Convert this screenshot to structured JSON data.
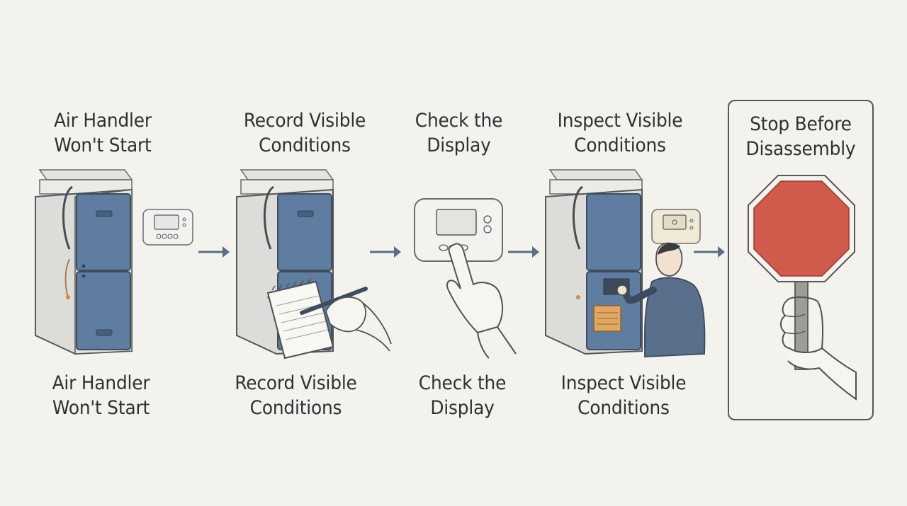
{
  "steps": [
    {
      "top_title": "Air Handler\nWon't Start",
      "bottom_title": "Air Handler\nWon't Start"
    },
    {
      "top_title": "Record Visible\nConditions",
      "bottom_title": "Record Visible\nConditions"
    },
    {
      "top_title": "Check the\nDisplay",
      "bottom_title": "Check the\nDisplay"
    },
    {
      "top_title": "Inspect Visible\nConditions",
      "bottom_title": "Inspect Visible\nConditions"
    },
    {
      "top_title": "Stop Before\nDisassembly"
    }
  ],
  "colors": {
    "background": "#f3f2ed",
    "panel_blue": "#5f7da0",
    "stop_red": "#d05a4c",
    "arrow": "#5b6e85"
  },
  "icons": [
    "air-handler-icon",
    "thermostat-icon",
    "notepad-icon",
    "pen-icon",
    "hand-icon",
    "technician-icon",
    "stop-sign-icon",
    "arrow-right-icon"
  ]
}
